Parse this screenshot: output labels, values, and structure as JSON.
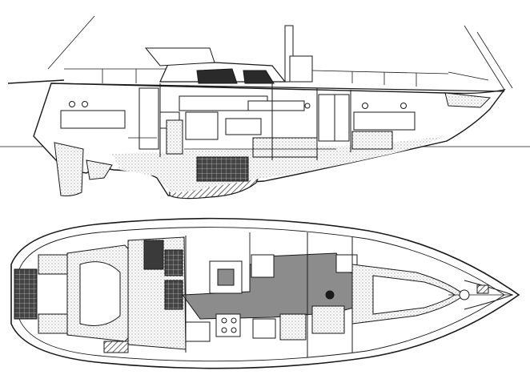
{
  "diagram": {
    "kind": "sailboat-accommodation-plan",
    "views": [
      "profile",
      "plan"
    ],
    "label_text": "",
    "colors": {
      "ink": "#1a1a1a",
      "stipple": "#c9c9c9",
      "dark_fill": "#3a3a3a",
      "mid_fill": "#8c8c8c",
      "paper": "#ffffff"
    }
  }
}
